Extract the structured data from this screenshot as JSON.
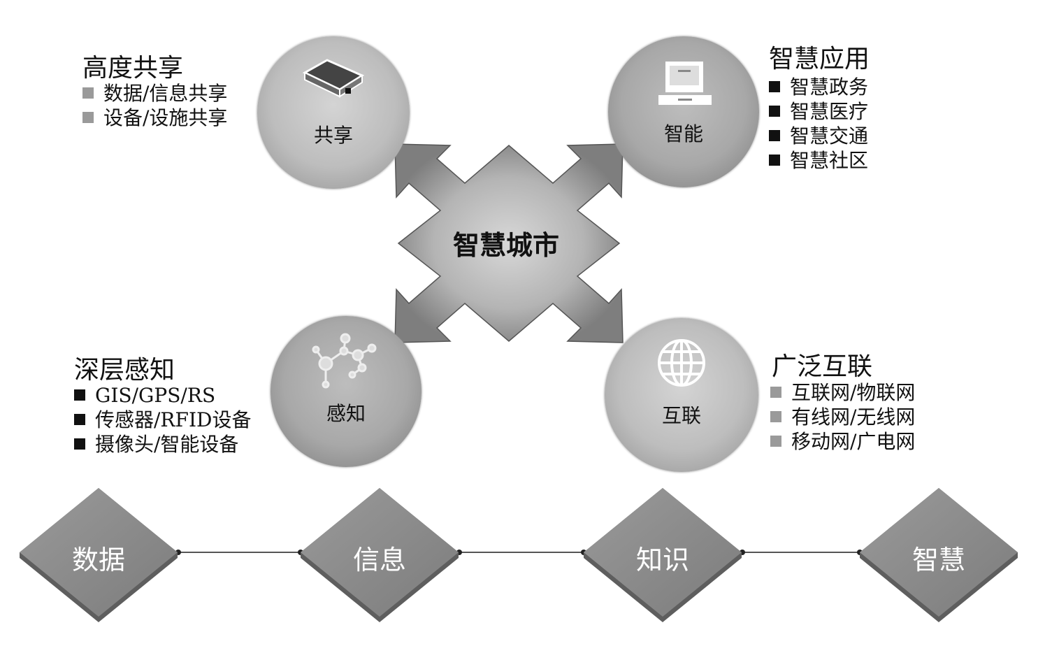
{
  "center": {
    "title": "智慧城市"
  },
  "nodes": {
    "share": {
      "circle_label": "共享",
      "title": "高度共享",
      "items": [
        "数据/信息共享",
        "设备/设施共享"
      ],
      "icon": "hard-drive-icon"
    },
    "smart": {
      "circle_label": "智能",
      "title": "智慧应用",
      "items": [
        "智慧政务",
        "智慧医疗",
        "智慧交通",
        "智慧社区"
      ],
      "icon": "computer-icon"
    },
    "sense": {
      "circle_label": "感知",
      "title": "深层感知",
      "items": [
        "GIS/GPS/RS",
        "传感器/RFID设备",
        "摄像头/智能设备"
      ],
      "icon": "network-nodes-icon"
    },
    "connect": {
      "circle_label": "互联",
      "title": "广泛互联",
      "items": [
        "互联网/物联网",
        "有线网/无线网",
        "移动网/广电网"
      ],
      "icon": "globe-icon"
    }
  },
  "chain": [
    "数据",
    "信息",
    "知识",
    "智慧"
  ],
  "colors": {
    "bullet_dark": "#111111",
    "bullet_gray": "#9a9a9a",
    "diamond": "#8c8c8c"
  }
}
